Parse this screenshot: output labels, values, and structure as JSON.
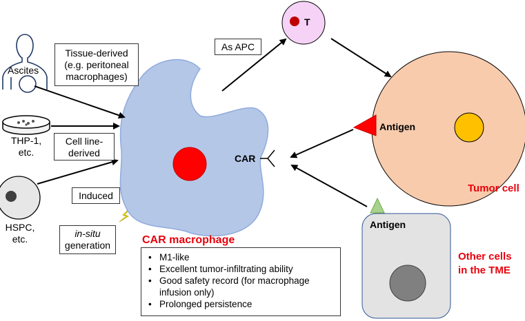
{
  "sources": {
    "ascites": "Ascites",
    "tissue_derived_lines": [
      "Tissue-derived",
      "(e.g. peritoneal",
      "macrophages)"
    ],
    "thp1_lines": [
      "THP-1,",
      "etc."
    ],
    "cell_line_derived_lines": [
      "Cell line-",
      "derived"
    ],
    "hspc_lines": [
      "HSPC,",
      "etc."
    ],
    "induced": "Induced",
    "in_situ_italic": "in-situ",
    "in_situ_rest": "generation"
  },
  "apc_path": {
    "as_apc": "As APC",
    "t_cell_label": "T"
  },
  "macrophage": {
    "title": "CAR macrophage",
    "car_label": "CAR",
    "properties": [
      "M1-like",
      "Excellent tumor-infiltrating ability",
      "Good safety record (for macrophage infusion only)",
      "Prolonged persistence"
    ]
  },
  "tumor": {
    "antigen_label": "Antigen",
    "title": "Tumor cell"
  },
  "other_cells": {
    "antigen_label": "Antigen",
    "title_lines": [
      "Other cells",
      "in the TME"
    ]
  },
  "colors": {
    "macrophage_fill": "#b4c7e7",
    "nucleus_red": "#ff0000",
    "tumor_fill": "#f8cbad",
    "tumor_nucleus": "#ffc000",
    "t_cell_fill": "#f6d2f6",
    "t_nucleus": "#c00000",
    "other_cell_fill": "#e3e3e3",
    "other_nucleus": "#808080",
    "hspc_fill": "#e7e7e7",
    "hspc_nucleus": "#3f3f3f",
    "antigen_red": "#ff0000",
    "antigen_green": "#a9d18e",
    "label_red": "#e8000b",
    "lightning": "#ffff00"
  }
}
